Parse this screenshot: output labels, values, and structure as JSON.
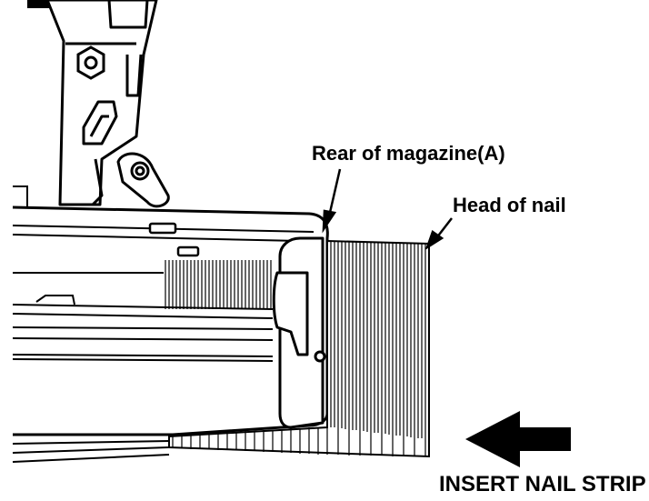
{
  "labels": {
    "rear_of_magazine": "Rear of magazine(A)",
    "head_of_nail": "Head of nail",
    "insert_instruction": "INSERT NAIL STRIP"
  },
  "icons": {
    "insert_direction": "arrow-left-icon"
  },
  "colors": {
    "line": "#000000",
    "background": "#ffffff"
  }
}
